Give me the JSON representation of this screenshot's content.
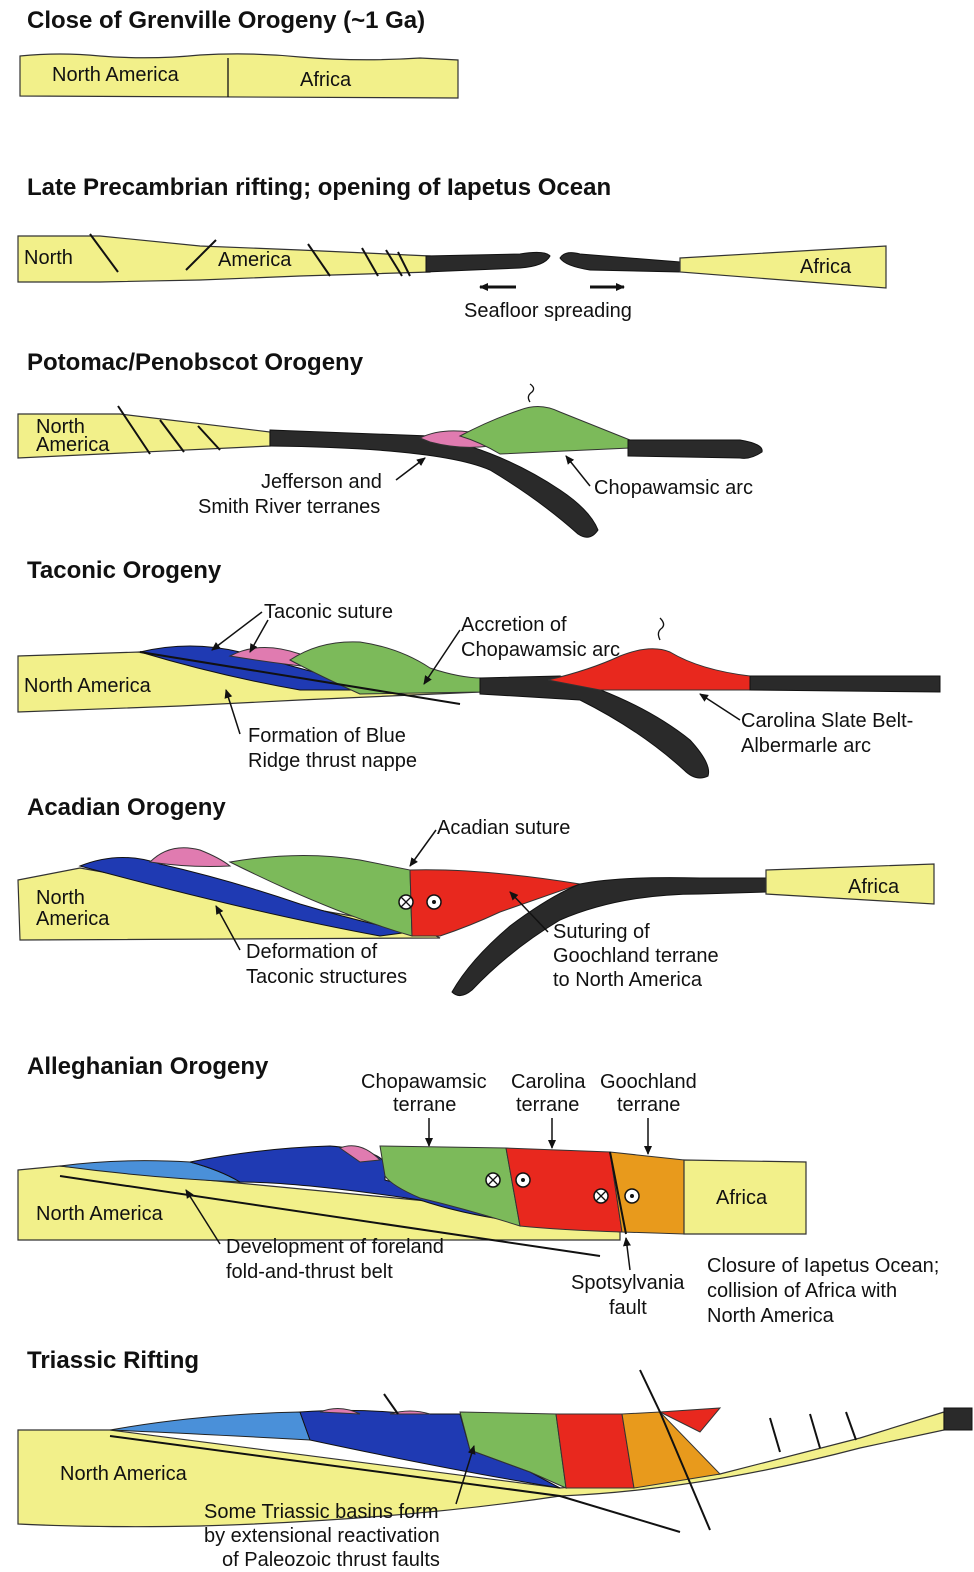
{
  "panels": {
    "grenville": {
      "title": "Close of Grenville Orogeny (~1 Ga)",
      "north_america": "North America",
      "africa": "Africa"
    },
    "rifting": {
      "title": "Late Precambrian rifting; opening of Iapetus Ocean",
      "north": "North",
      "america": "America",
      "africa": "Africa",
      "seafloor": "Seafloor spreading"
    },
    "potomac": {
      "title": "Potomac/Penobscot Orogeny",
      "north_america_1": "North",
      "north_america_2": "America",
      "jefferson_1": "Jefferson and",
      "jefferson_2": "Smith River terranes",
      "chopawamsic_arc": "Chopawamsic arc"
    },
    "taconic": {
      "title": "Taconic Orogeny",
      "suture": "Taconic suture",
      "accretion_1": "Accretion of",
      "accretion_2": "Chopawamsic arc",
      "north_america": "North America",
      "blue_ridge_1": "Formation of Blue",
      "blue_ridge_2": "Ridge thrust nappe",
      "carolina_1": "Carolina Slate Belt-",
      "carolina_2": "Albermarle arc"
    },
    "acadian": {
      "title": "Acadian Orogeny",
      "suture": "Acadian suture",
      "north_america_1": "North",
      "north_america_2": "America",
      "africa": "Africa",
      "deformation_1": "Deformation of",
      "deformation_2": "Taconic structures",
      "suturing_1": "Suturing of",
      "suturing_2": "Goochland terrane",
      "suturing_3": "to North America"
    },
    "alleghanian": {
      "title": "Alleghanian Orogeny",
      "chop_1": "Chopawamsic",
      "chop_2": "terrane",
      "carolina_1": "Carolina",
      "carolina_2": "terrane",
      "gooch_1": "Goochland",
      "gooch_2": "terrane",
      "north_america": "North America",
      "africa": "Africa",
      "foreland_1": "Development of foreland",
      "foreland_2": "fold-and-thrust belt",
      "spotsylvania_1": "Spotsylvania",
      "spotsylvania_2": "fault",
      "closure_1": "Closure of Iapetus Ocean;",
      "closure_2": "collision of Africa with",
      "closure_3": "North America"
    },
    "triassic": {
      "title": "Triassic Rifting",
      "north_america": "North America",
      "basins_1": "Some Triassic basins form",
      "basins_2": "by extensional reactivation",
      "basins_3": "of Paleozoic thrust faults"
    }
  },
  "colors": {
    "continent": "#f2f08a",
    "ocean_crust": "#2a2a2a",
    "chopawamsic": "#7cba5a",
    "carolina": "#e8281e",
    "jefferson": "#e07bb0",
    "blue_ridge": "#1f3ab3",
    "foreland": "#4a90d9",
    "goochland": "#e89a1c"
  }
}
